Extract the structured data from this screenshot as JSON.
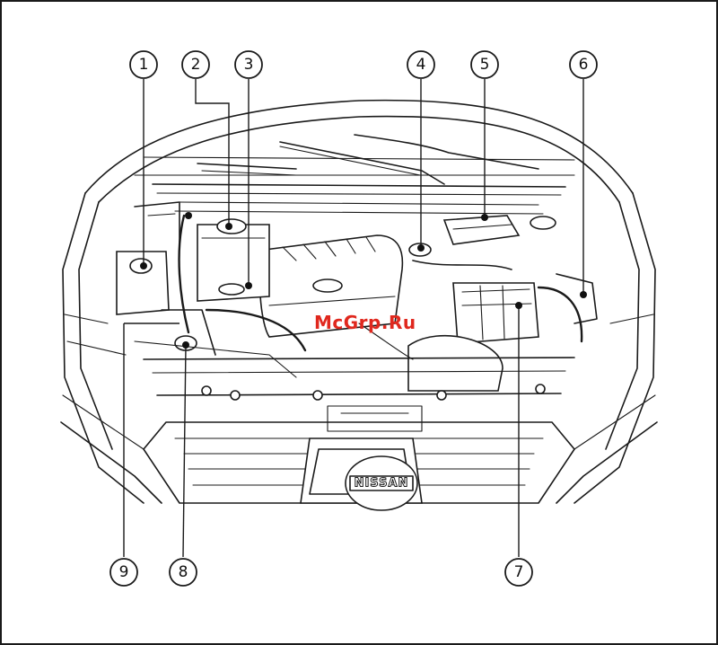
{
  "callouts": [
    {
      "id": "1",
      "label": "1"
    },
    {
      "id": "2",
      "label": "2"
    },
    {
      "id": "3",
      "label": "3"
    },
    {
      "id": "4",
      "label": "4"
    },
    {
      "id": "5",
      "label": "5"
    },
    {
      "id": "6",
      "label": "6"
    },
    {
      "id": "7",
      "label": "7"
    },
    {
      "id": "8",
      "label": "8"
    },
    {
      "id": "9",
      "label": "9"
    }
  ],
  "watermark": "McGrp.Ru",
  "grille_logo": "NISSAN",
  "colors": {
    "line": "#1a1a1a",
    "watermark": "#e0281e",
    "background": "#ffffff"
  }
}
